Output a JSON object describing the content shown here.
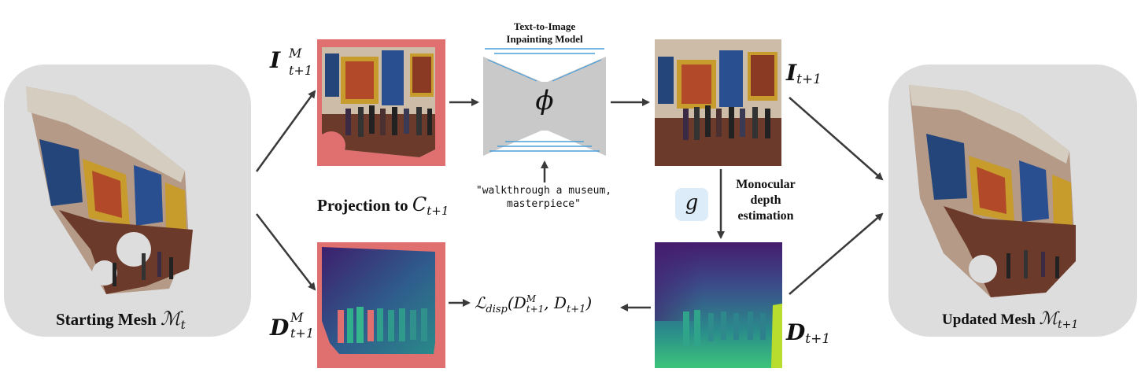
{
  "start_mesh": {
    "label": "Starting Mesh",
    "symbol": "ℳ",
    "sub": "t"
  },
  "updated_mesh": {
    "label": "Updated Mesh",
    "symbol": "ℳ",
    "sub": "t+1"
  },
  "projected_image": {
    "symbol": "I",
    "sup": "M",
    "sub": "t+1"
  },
  "projected_depth": {
    "symbol": "D",
    "sup": "M",
    "sub": "t+1"
  },
  "inpainted_image": {
    "symbol": "I",
    "sub": "t+1"
  },
  "estimated_depth": {
    "symbol": "D",
    "sub": "t+1"
  },
  "projection": {
    "label": "Projection to",
    "symbol": "C",
    "sub": "t+1"
  },
  "inpainting_model": {
    "title_line1": "Text-to-Image",
    "title_line2": "Inpainting Model",
    "symbol": "ϕ"
  },
  "prompt": {
    "line1": "\"walkthrough a museum,",
    "line2": "masterpiece\""
  },
  "depth_estimator": {
    "symbol": "g",
    "label_line1": "Monocular",
    "label_line2": "depth",
    "label_line3": "estimation"
  },
  "loss": {
    "symbol": "ℒ",
    "sub": "disp",
    "arg1": "D",
    "arg1_sup": "M",
    "arg1_sub": "t+1",
    "arg2": "D",
    "arg2_sub": "t+1"
  },
  "colors": {
    "mask": "#e07070",
    "mesh_card": "#dedddd",
    "model_body": "#c9c9c9",
    "model_lines": "#4a9fd8",
    "estimator_bg": "#dcecf8",
    "arrow": "#3a3a3a"
  }
}
